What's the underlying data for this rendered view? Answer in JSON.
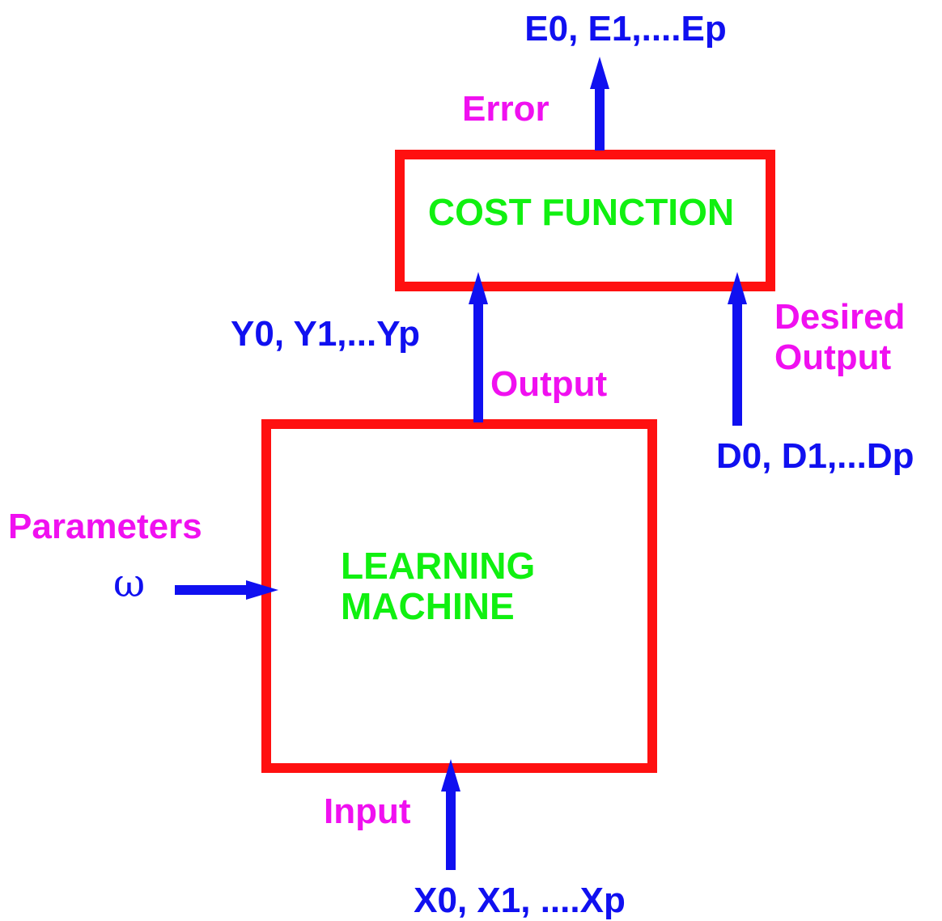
{
  "colors": {
    "box_border": "#ff1010",
    "arrow": "#1010f0",
    "signal_text": "#1010f0",
    "role_text": "#f010f0",
    "block_text": "#10f010"
  },
  "blocks": {
    "cost_function": "COST FUNCTION",
    "learning_machine_line1": "LEARNING",
    "learning_machine_line2": "MACHINE"
  },
  "signals": {
    "error_values": "E0, E1,....Ep",
    "output_values": "Y0, Y1,...Yp",
    "desired_values": "D0, D1,...Dp",
    "input_values": "X0, X1, ....Xp",
    "parameter_symbol": "ω"
  },
  "roles": {
    "error": "Error",
    "output": "Output",
    "desired_line1": "Desired",
    "desired_line2": "Output",
    "parameters": "Parameters",
    "input": "Input"
  }
}
